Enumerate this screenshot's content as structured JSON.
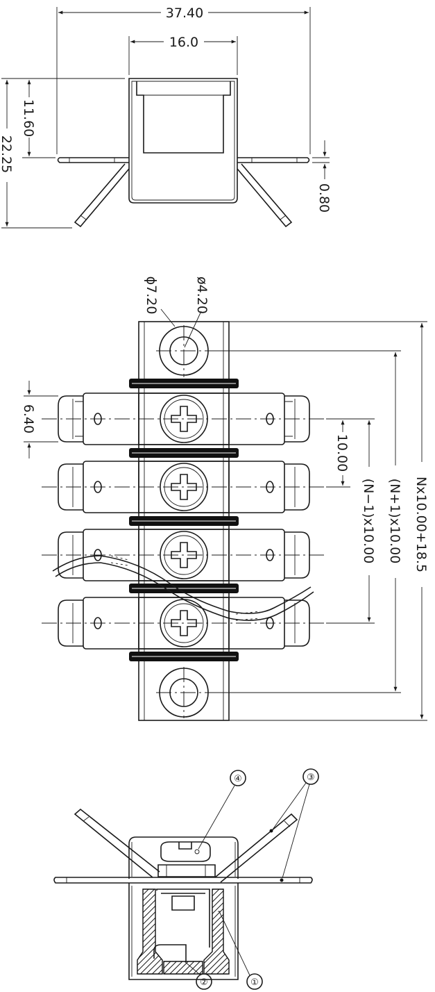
{
  "dimensions": {
    "overall_width": "37.40",
    "body_width": "16.0",
    "body_height": "11.60",
    "overall_height": "22.25",
    "sheet_thickness": "0.80",
    "outer_diameter": "ϕ7.20",
    "hole_diameter": "ø4.20",
    "terminal_width": "6.40",
    "pitch": "10.00",
    "span_n_minus_1": "(N−1)x10.00",
    "span_n_plus_1": "(N+1)x10.00",
    "overall_length": "Nx10.00+18.5"
  },
  "callouts": [
    "①",
    "②",
    "③",
    "④"
  ]
}
